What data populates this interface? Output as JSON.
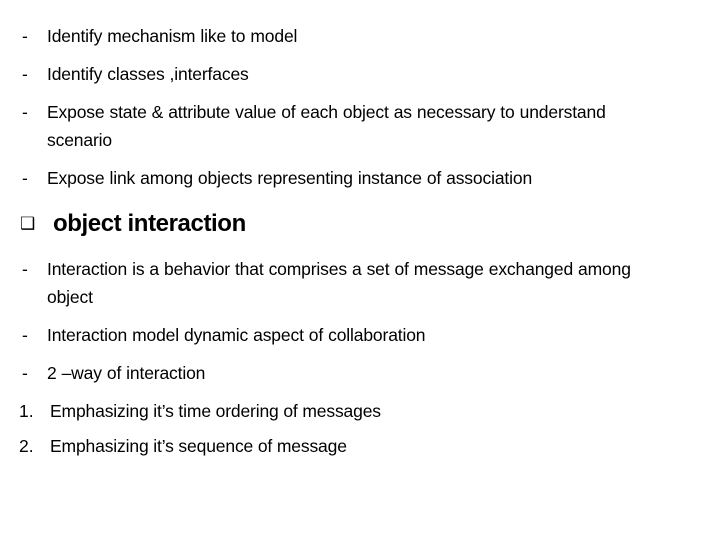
{
  "slide": {
    "background_color": "#FFFFFF",
    "text_color": "#000000",
    "blocks": [
      {
        "kind": "dash",
        "marker": "-",
        "text": "Identify mechanism like to model"
      },
      {
        "kind": "dash",
        "marker": "-",
        "text": "Identify classes ,interfaces"
      },
      {
        "kind": "dash",
        "marker": "-",
        "text": "Expose state & attribute value of each object as necessary to understand  scenario"
      },
      {
        "kind": "dash",
        "marker": "-",
        "text": "Expose link among objects representing  instance of association"
      },
      {
        "kind": "heading",
        "marker": "❑",
        "marker_name": "hollow-square-bullet",
        "text": "object interaction"
      },
      {
        "kind": "dash",
        "marker": "-",
        "text": "Interaction is a behavior that comprises a set of message exchanged  among object"
      },
      {
        "kind": "dash",
        "marker": "-",
        "text": "Interaction model dynamic  aspect  of collaboration"
      },
      {
        "kind": "dash",
        "marker": "-",
        "text": "2 –way of interaction"
      },
      {
        "kind": "number",
        "marker": "1.",
        "text": "Emphasizing it’s time ordering of messages"
      },
      {
        "kind": "number",
        "marker": "2.",
        "text": "Emphasizing it’s sequence of message"
      }
    ]
  }
}
